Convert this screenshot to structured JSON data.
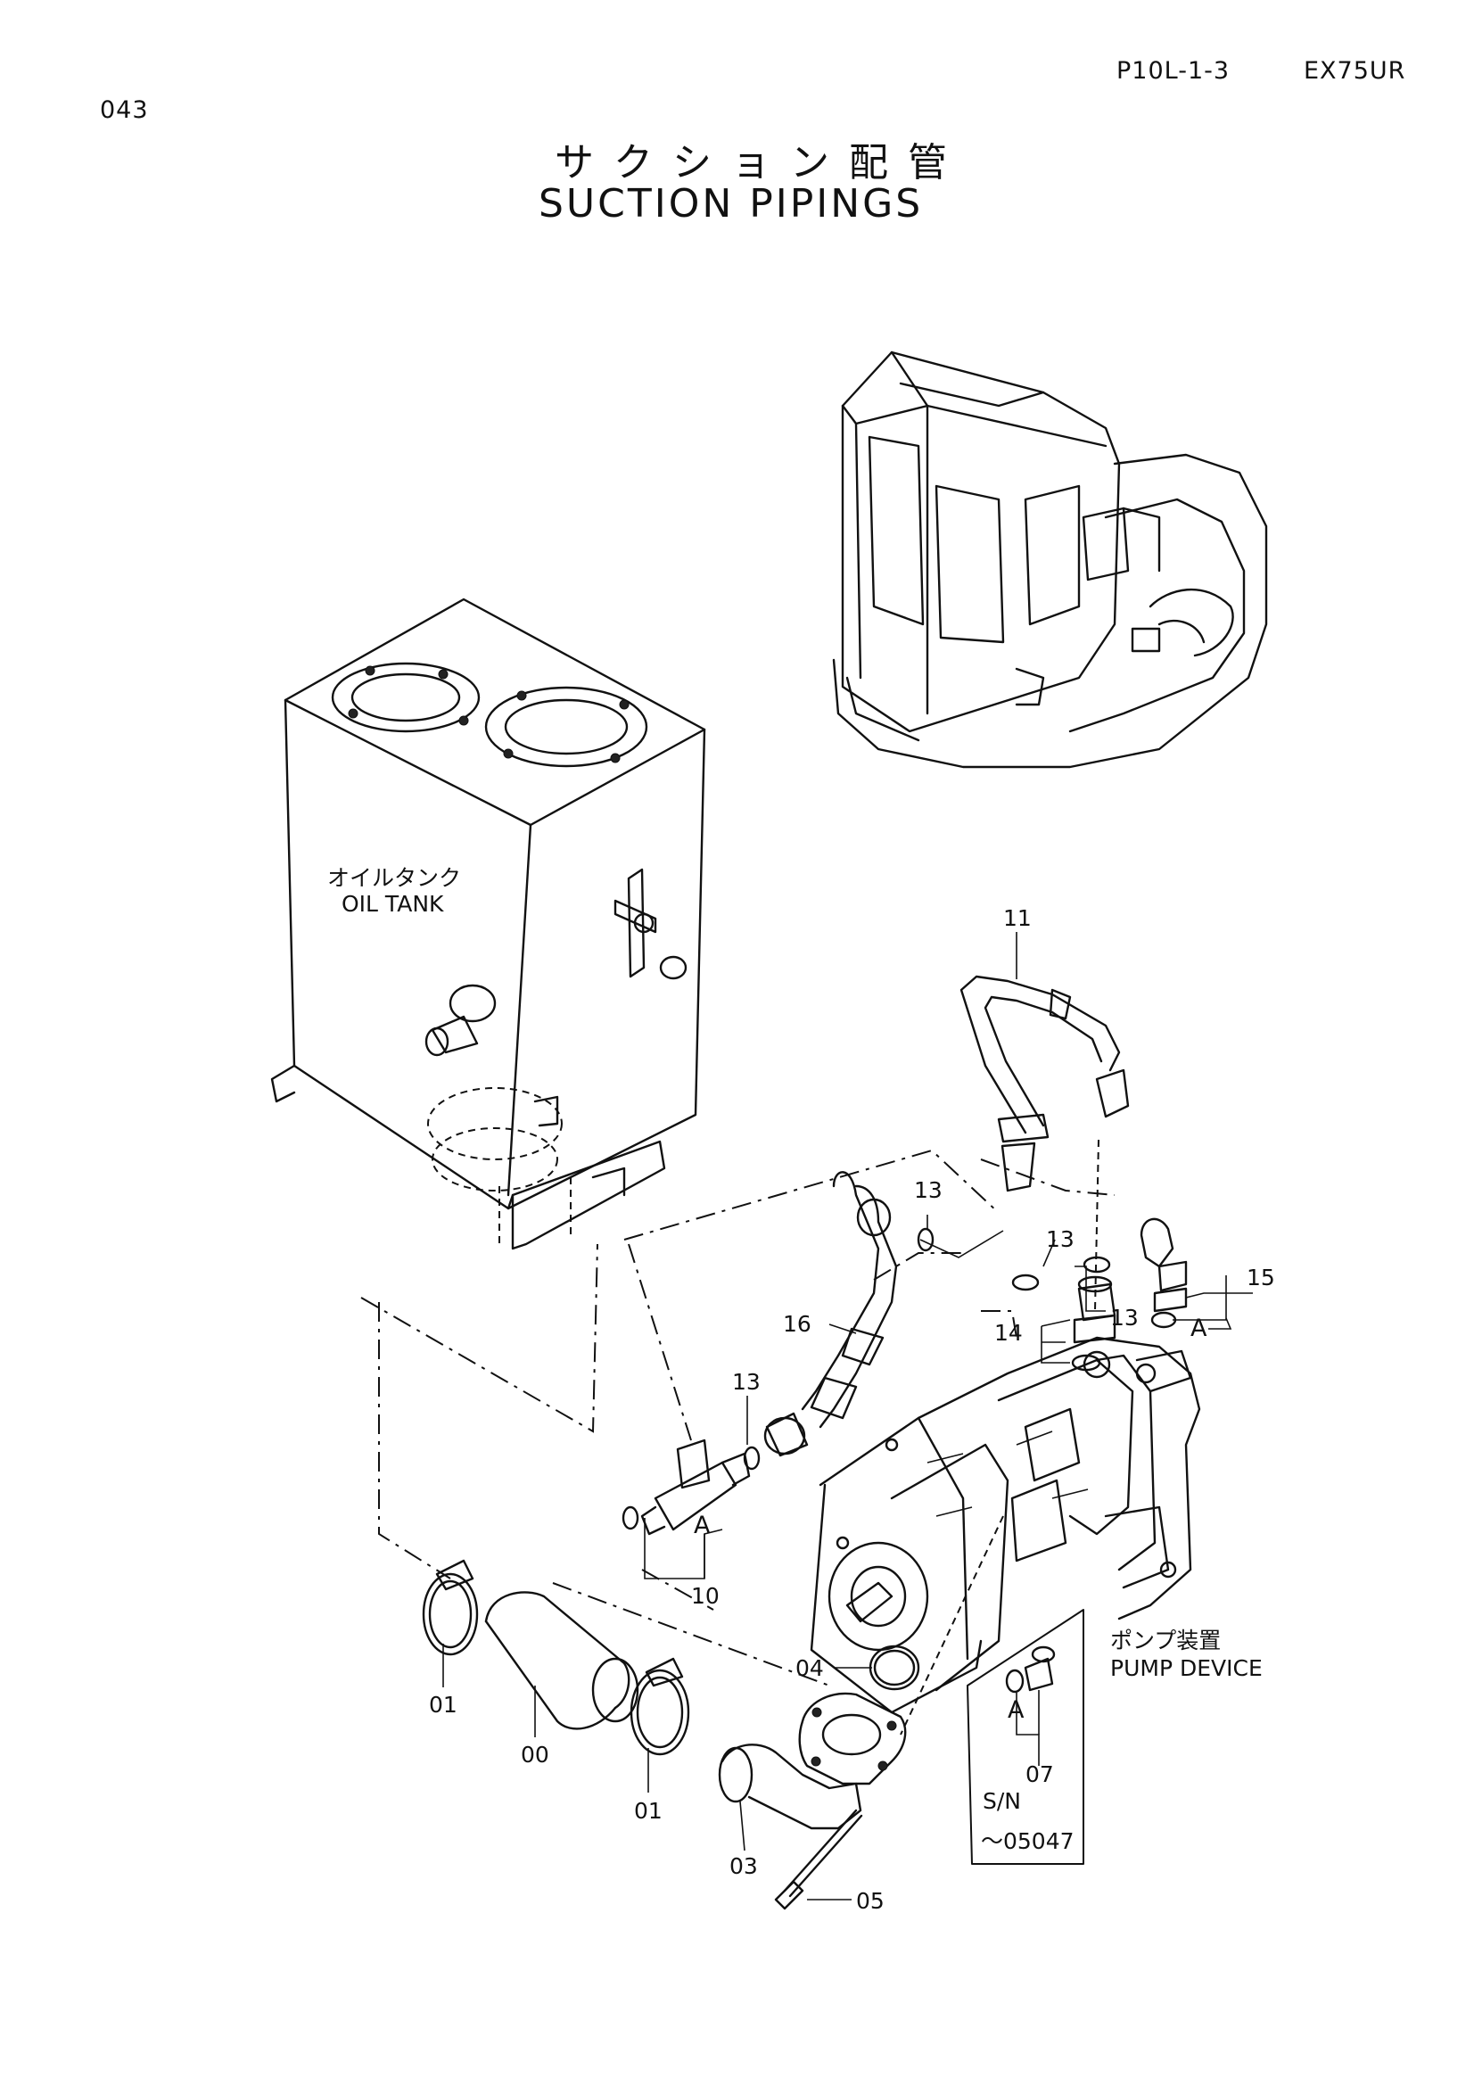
{
  "header": {
    "page_number": "043",
    "page_code": "P10L-1-3",
    "model": "EX75UR"
  },
  "title": {
    "japanese": "サクション配管",
    "english": "SUCTION PIPINGS"
  },
  "labels": {
    "oil_tank_jp": "オイルタンク",
    "oil_tank_en": "OIL TANK",
    "pump_device_jp": "ポンプ装置",
    "pump_device_en": "PUMP DEVICE",
    "serial_line1": "S/N",
    "serial_line2": "～05047"
  },
  "callouts": {
    "c11": "11",
    "c13a": "13",
    "c13b": "13",
    "c13c": "13",
    "c13d": "13",
    "c15": "15",
    "c16": "16",
    "c14": "14",
    "cA1": "A",
    "cA2": "A",
    "cA3": "A",
    "c10": "10",
    "c01a": "01",
    "c00": "00",
    "c01b": "01",
    "c03": "03",
    "c04": "04",
    "c05": "05",
    "c07": "07"
  }
}
